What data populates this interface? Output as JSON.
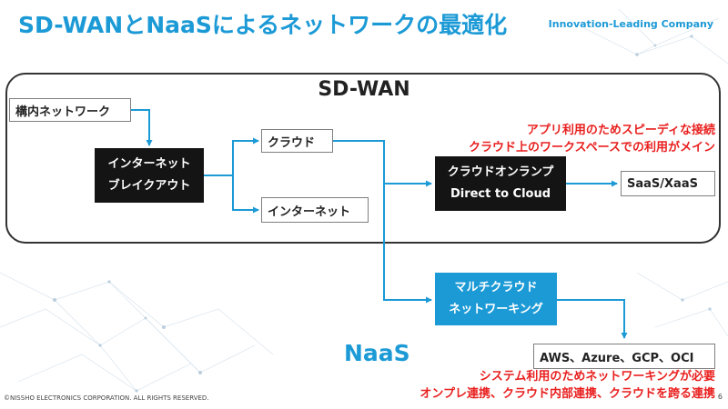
{
  "title": "SD-WANとNaaSによるネットワークの最適化",
  "tagline": "Innovation-Leading Company",
  "sdwan_label": "SD-WAN",
  "naas_label": "NaaS",
  "boxes": {
    "campus_network": "構内ネットワーク",
    "internet_breakout": [
      "インターネット",
      "ブレイクアウト"
    ],
    "cloud": "クラウド",
    "internet": "インターネット",
    "cloud_onramp": [
      "クラウドオンランプ",
      "Direct to Cloud"
    ],
    "saas_xaas": "SaaS/XaaS",
    "multicloud_networking": [
      "マルチクラウド",
      "ネットワーキング"
    ],
    "cloud_providers": "AWS、Azure、GCP、OCI"
  },
  "callouts": {
    "sdwan": [
      "アプリ利用のためスピーディな接続",
      "クラウド上のワークスペースでの利用がメイン"
    ],
    "naas": [
      "システム利用のためネットワーキングが必要",
      "オンプレ連携、クラウド内部連携、クラウドを跨る連携"
    ]
  },
  "footer": {
    "copyright": "©NISSHO ELECTRONICS CORPORATION. ALL RIGHTS RESERVED.",
    "page_number": "6"
  },
  "colors": {
    "accent_blue": "#1c9ad6",
    "callout_red": "#e8201f",
    "frame_dark": "#333333",
    "box_black": "#141414"
  }
}
